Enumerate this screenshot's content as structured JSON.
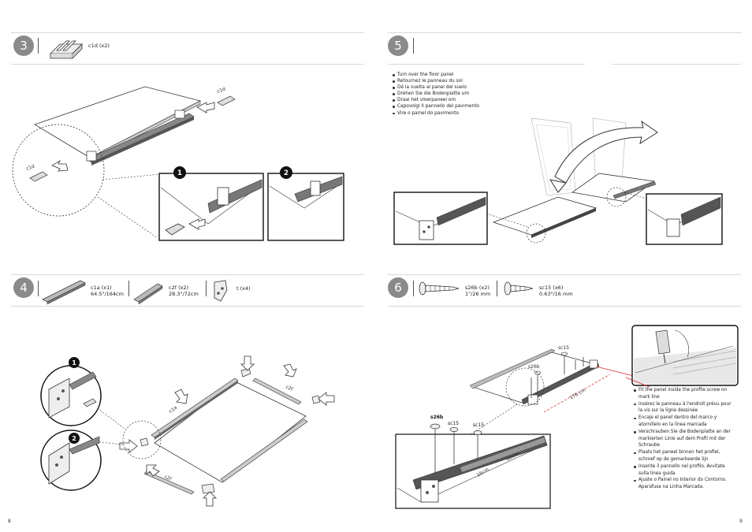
{
  "page_left": {
    "number": "8"
  },
  "page_right": {
    "number": "9"
  },
  "step3": {
    "number": "3",
    "part": {
      "label": "c1d (x2)"
    },
    "callout1": "1",
    "callout2": "2",
    "diagram_labels": {
      "c1d_top": "c1d",
      "c1d_left": "c1d"
    }
  },
  "step4": {
    "number": "4",
    "parts": [
      {
        "label": "c1a (x1)",
        "size": "64.5\"/164cm"
      },
      {
        "label": "c2f (x2)",
        "size": "28.3\"/72cm"
      },
      {
        "label": "t (x4)",
        "size": ""
      }
    ],
    "callout1": "1",
    "callout2": "2",
    "diagram_labels": {
      "c1a": "c1a",
      "c2f_top": "c2f",
      "c2f_bottom": "c2f"
    }
  },
  "step5": {
    "number": "5",
    "instructions": [
      "Turn over the floor panel",
      "Retournez le panneau du sol",
      "Dé la vuelta al panel del suelo",
      "Drehen Sie die Bodenplatte um",
      "Draai het vloerpaneel om",
      "Capovolgi il pannello del pavimento",
      "Vire o painel do pavimento"
    ]
  },
  "step6": {
    "number": "6",
    "parts": [
      {
        "label": "s26b (x2)",
        "size": "1\"/26 mm"
      },
      {
        "label": "sc15 (x6)",
        "size": "0.63\"/16 mm"
      }
    ],
    "diagram_labels": {
      "sc15_a": "sc15",
      "s26b_a": "s26b",
      "dim_176": "176 cm",
      "s26b_b": "s26b",
      "sc15_b": "sc15",
      "sc15_c": "sc15",
      "dim_60": "60cm",
      "dim_16": "16cm"
    },
    "instructions": [
      "Fit the panel inside the profile screw on mark line",
      "Insérez le panneau à l'endroit prévu pour la vis sur la ligne dessinée",
      "Encaje el panel dentro del marco y atorníllelo en la línea marcada",
      "Verschrauben Sie die Bodenplatte an der markierten Linie auf dem Profil mit der Schraube",
      "Plaats het paneel binnen het profiel, schroef op de gemarkeerde lijn",
      "Inserite il pannello nel profilo. Avvitate sulla linea guida",
      "Ajuste o Painel no Interior do Contorno. Aparafuse na Linha Marcada."
    ]
  }
}
